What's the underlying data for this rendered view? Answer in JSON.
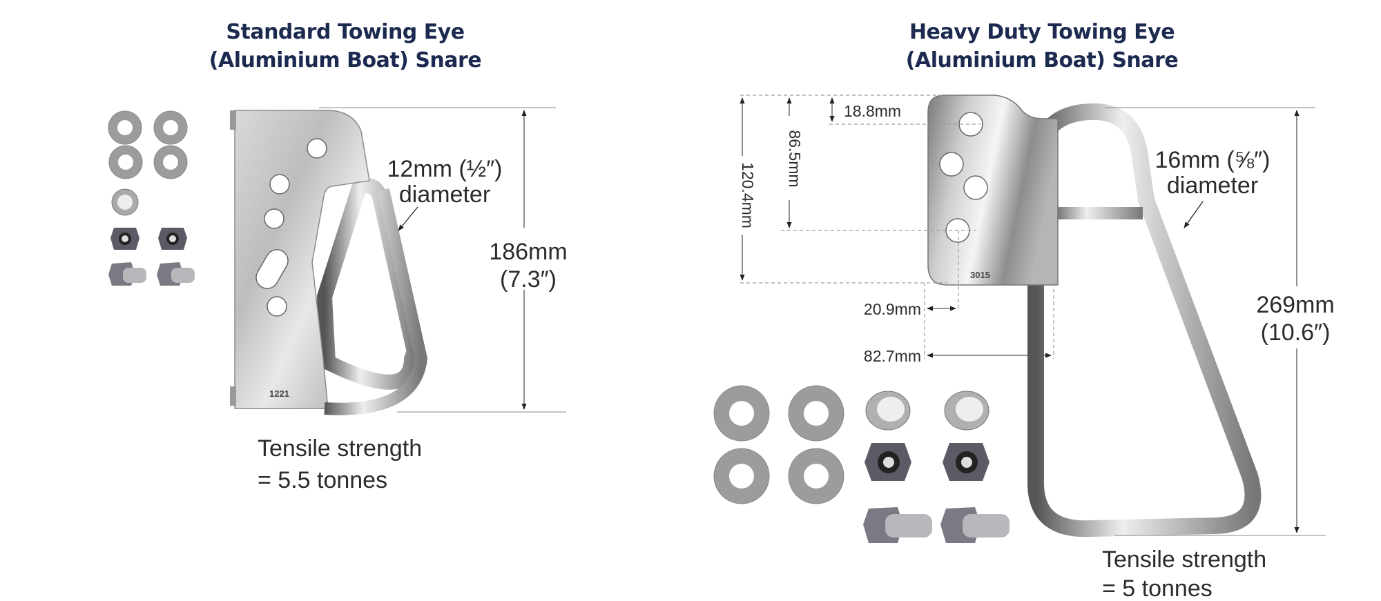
{
  "standard": {
    "title_line1": "Standard Towing Eye",
    "title_line2": "(Aluminium Boat) Snare",
    "rod_size": "12mm (½″)",
    "rod_label": "diameter",
    "height_mm": "186mm",
    "height_in": "(7.3″)",
    "tensile_line1": "Tensile strength",
    "tensile_line2": "= 5.5 tonnes",
    "part_stamp": "1221"
  },
  "heavy_duty": {
    "title_line1": "Heavy Duty Towing Eye",
    "title_line2": "(Aluminium Boat) Snare",
    "rod_size": "16mm (⅝″)",
    "rod_label": "diameter",
    "height_mm": "269mm",
    "height_in": "(10.6″)",
    "dim_top_hole": "18.8mm",
    "dim_hole_span": "86.5mm",
    "dim_plate_height": "120.4mm",
    "dim_hole_offset": "20.9mm",
    "dim_plate_width": "82.7mm",
    "tensile_line1": "Tensile strength",
    "tensile_line2": "= 5 tonnes",
    "part_stamp": "3015"
  },
  "colors": {
    "title": "#1c2a50",
    "text": "#2b2b2b",
    "washer": "#9a9a9a"
  }
}
